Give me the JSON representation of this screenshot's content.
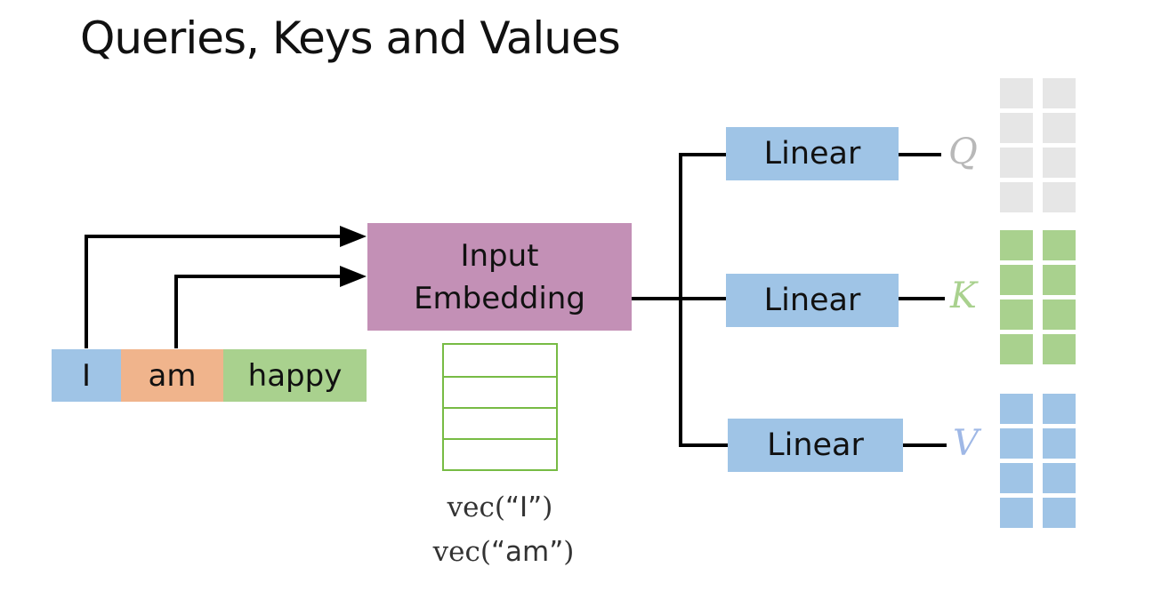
{
  "title": "Queries, Keys and Values",
  "tokens": [
    {
      "label": "I",
      "color": "#9fc4e6"
    },
    {
      "label": "am",
      "color": "#f0b48c"
    },
    {
      "label": "happy",
      "color": "#a9d18e"
    }
  ],
  "embedding": {
    "line1": "Input",
    "line2": "Embedding",
    "color": "#c390b6"
  },
  "vector_labels": [
    {
      "func": "vec(",
      "word": "“I”",
      "close": ")"
    },
    {
      "func": "vec(",
      "word": "“am”",
      "close": ")"
    }
  ],
  "linears": [
    {
      "label": "Linear",
      "output": "Q",
      "output_color": "#b8b8b8",
      "matrix_color": "#e6e6e6"
    },
    {
      "label": "Linear",
      "output": "K",
      "output_color": "#a9d18e",
      "matrix_color": "#a9d18e"
    },
    {
      "label": "Linear",
      "output": "V",
      "output_color": "#9fb8e6",
      "matrix_color": "#9fc4e6"
    }
  ],
  "colors": {
    "linear_box": "#9fc4e6",
    "vector_grid": "#77bb44",
    "wire": "#000000"
  }
}
